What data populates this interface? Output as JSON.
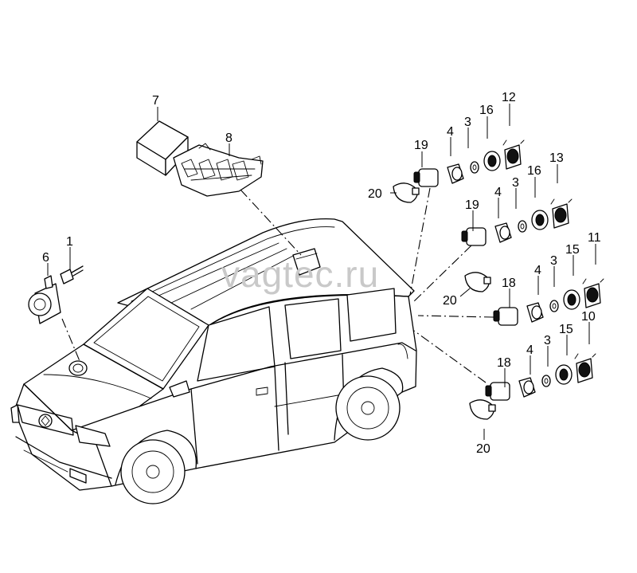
{
  "diagram": {
    "watermark": "vagtec.ru",
    "callouts": {
      "c1": "1",
      "c3a": "3",
      "c3b": "3",
      "c3c": "3",
      "c3d": "3",
      "c4a": "4",
      "c4b": "4",
      "c4c": "4",
      "c4d": "4",
      "c6": "6",
      "c7": "7",
      "c8": "8",
      "c10": "10",
      "c11": "11",
      "c12": "12",
      "c13": "13",
      "c15a": "15",
      "c15b": "15",
      "c16a": "16",
      "c16b": "16",
      "c18a": "18",
      "c18b": "18",
      "c19a": "19",
      "c19b": "19",
      "c20a": "20",
      "c20b": "20",
      "c20c": "20"
    }
  }
}
